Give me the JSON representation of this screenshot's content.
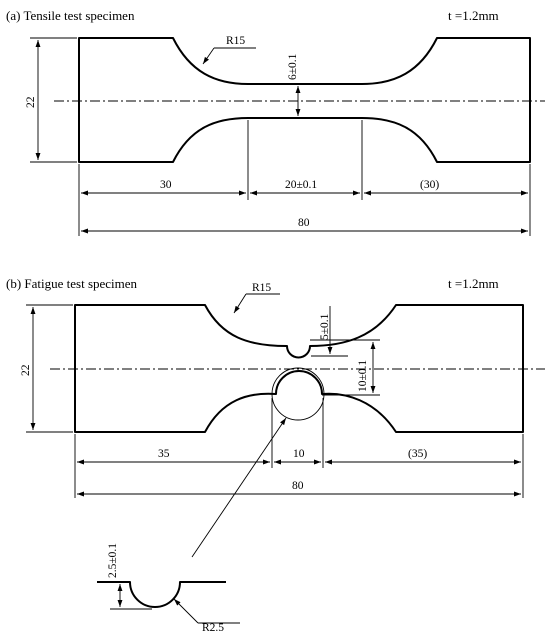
{
  "specimen_a": {
    "title": "(a) Tensile test specimen",
    "thickness": "t =1.2mm",
    "radius_label": "R15",
    "neck_width_label": "6±0.1",
    "height_label": "22",
    "dim_left": "30",
    "dim_gauge": "20±0.1",
    "dim_right": "(30)",
    "dim_total": "80"
  },
  "specimen_b": {
    "title": "(b) Fatigue test specimen",
    "thickness": "t =1.2mm",
    "radius_label": "R15",
    "notch_width_label": "5±0.1",
    "neck_width_label": "10±0.1",
    "height_label": "22",
    "dim_left": "35",
    "dim_mid": "10",
    "dim_right": "(35)",
    "dim_total": "80"
  },
  "detail": {
    "depth_label": "2.5±0.1",
    "radius_label": "R2.5"
  }
}
